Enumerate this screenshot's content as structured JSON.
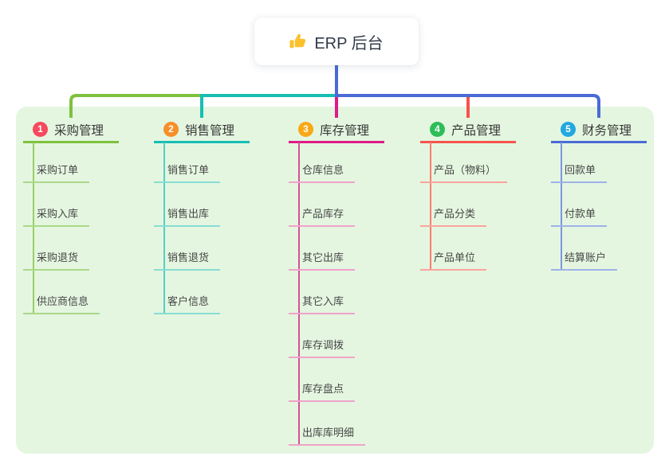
{
  "root": {
    "label": "ERP 后台",
    "icon": "thumbs-up-icon"
  },
  "branches": [
    {
      "badge": "1",
      "label": "采购管理",
      "badge_color": "#f5495e",
      "line_color": "#7ec13e",
      "child_line_color": "#aad889",
      "children": [
        "采购订单",
        "采购入库",
        "采购退货",
        "供应商信息"
      ]
    },
    {
      "badge": "2",
      "label": "销售管理",
      "badge_color": "#f78e28",
      "line_color": "#17beb2",
      "child_line_color": "#86ddd3",
      "children": [
        "销售订单",
        "销售出库",
        "销售退货",
        "客户信息"
      ]
    },
    {
      "badge": "3",
      "label": "库存管理",
      "badge_color": "#f9a815",
      "line_color": "#de1b86",
      "child_line_color": "#f0a2cb",
      "children": [
        "仓库信息",
        "产品库存",
        "其它出库",
        "其它入库",
        "库存调拨",
        "库存盘点",
        "出库库明细"
      ]
    },
    {
      "badge": "4",
      "label": "产品管理",
      "badge_color": "#2dbd59",
      "line_color": "#f6534e",
      "child_line_color": "#fba49d",
      "children": [
        "产品（物料）",
        "产品分类",
        "产品单位"
      ]
    },
    {
      "badge": "5",
      "label": "财务管理",
      "badge_color": "#23a8e0",
      "line_color": "#4a6bd5",
      "child_line_color": "#9fb2e8",
      "children": [
        "回款单",
        "付款单",
        "结算账户"
      ]
    }
  ],
  "colors": {
    "page_bg": "#ffffff",
    "panel_bg": "#e4f6e0",
    "root_connector": "#4a6bd5",
    "root_text": "#333a4a",
    "thumb_icon": "#fbc02d"
  }
}
